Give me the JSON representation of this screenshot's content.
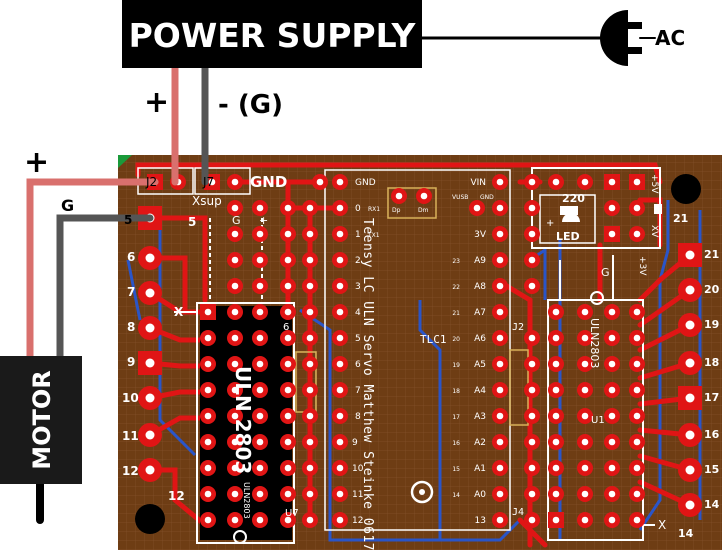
{
  "power_supply": {
    "label": "POWER SUPPLY"
  },
  "ac": {
    "label": "AC"
  },
  "supply_plus": {
    "label": "+"
  },
  "supply_minus": {
    "label": "- (G)"
  },
  "motor": {
    "label": "MOTOR"
  },
  "motor_plus": {
    "label": "+"
  },
  "motor_g": {
    "label": "G"
  },
  "board": {
    "connectors": {
      "j2": "J2",
      "j7": "J7",
      "xsup": "Xsup",
      "gnd": "GND"
    },
    "left_pins": [
      "5",
      "6",
      "7",
      "8",
      "9",
      "10",
      "11",
      "12"
    ],
    "left_bottom_pin": "12",
    "left_x": "X",
    "uln_left": {
      "label": "ULN 2803",
      "small": "ULN2803",
      "ref": "U7",
      "g": "G",
      "plus": "+",
      "small_6": "6"
    },
    "teensy": {
      "label": "Teensy LC ULN Servo Matthew Steinke 0617",
      "tlc": "TLC1",
      "j2": "J2",
      "j4": "J4"
    },
    "teensy_left_pins": [
      "GND",
      "0",
      "1",
      "2",
      "3",
      "4",
      "5",
      "6",
      "7",
      "8",
      "9",
      "10",
      "11",
      "12"
    ],
    "teensy_left_small": [
      "RX1",
      "TX1"
    ],
    "teensy_right_pins": [
      "VIN",
      "3V",
      "A9",
      "A8",
      "A7",
      "A6",
      "A5",
      "A4",
      "A3",
      "A2",
      "A1",
      "A0",
      "13"
    ],
    "teensy_right_numbers": [
      "23",
      "22",
      "21",
      "20",
      "19",
      "18",
      "17",
      "16",
      "15",
      "14"
    ],
    "teensy_misc": {
      "vusb": "VUSB",
      "gnd_small": "GND",
      "dp": "Dp",
      "dm": "Dm"
    },
    "led": {
      "r": "220",
      "led": "LED",
      "plus": "+",
      "v5": "+5V",
      "v3": "+3V",
      "xv": "XV"
    },
    "uln_right": {
      "label": "ULN2803",
      "ref": "U1",
      "g": "G",
      "x": "X"
    },
    "right_pins": [
      "21",
      "20",
      "19",
      "18",
      "17",
      "16",
      "15",
      "14"
    ],
    "right_top_pin": "21",
    "right_bottom_pin": "14"
  }
}
